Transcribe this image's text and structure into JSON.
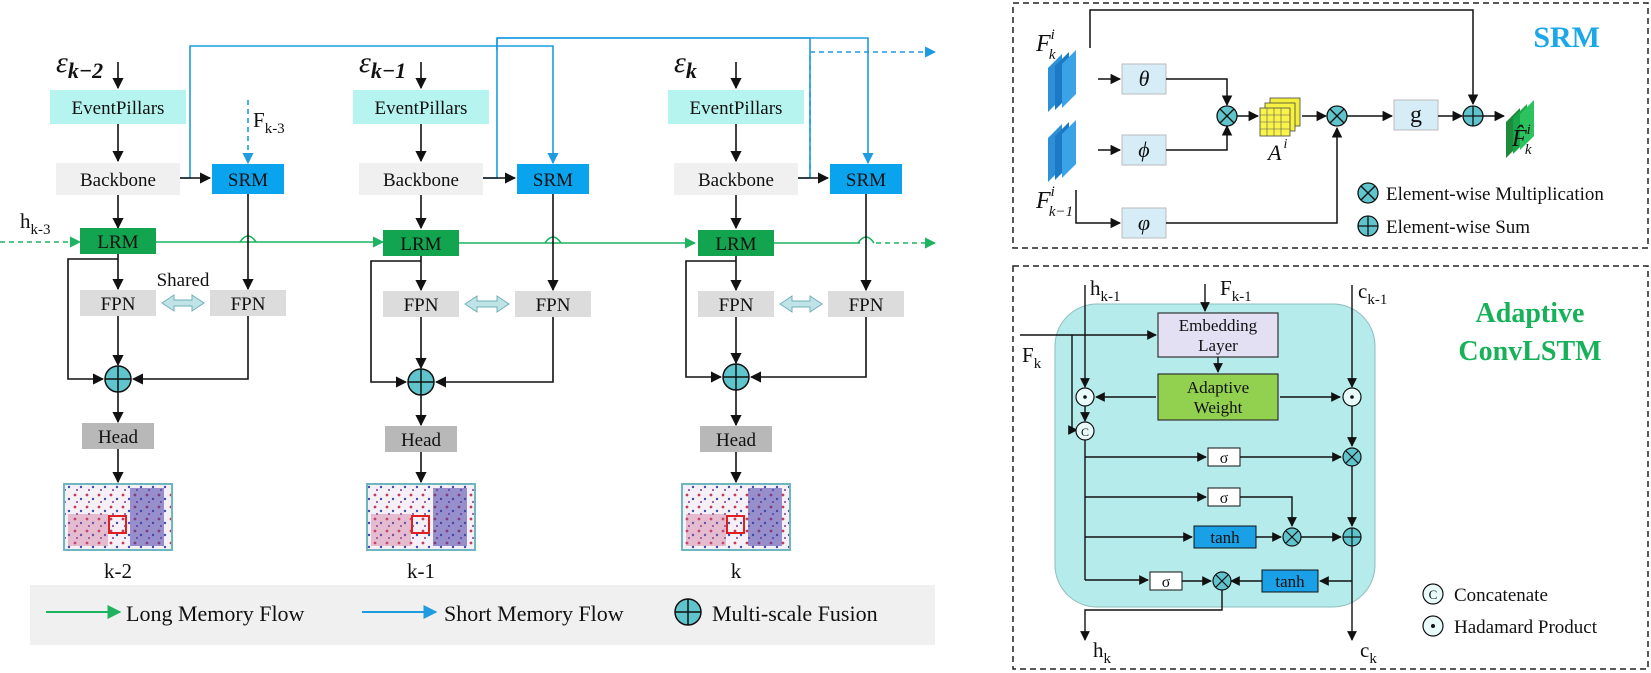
{
  "colors": {
    "long_flow": "#1db360",
    "short_flow": "#1f9be0",
    "eventpillars": "#b6f5ef",
    "backbone": "#f0f0f0",
    "srm": "#0aa3ee",
    "lrm": "#12a44e",
    "fpn": "#dcdcdc",
    "head": "#b8b8b8",
    "fusion": "#5fc4cc",
    "adaptive_bg": "#b5ebeb",
    "embedding": "#e4e0f4",
    "adaptive_weight": "#92d050",
    "tanh": "#1aa0e6",
    "srm_title": "#1ca8e8",
    "lstm_title": "#17b15a"
  },
  "pipeline": {
    "frames": [
      {
        "event_label": "ε",
        "event_sub": "k−2",
        "frame_label": "k-2"
      },
      {
        "event_label": "ε",
        "event_sub": "k−1",
        "frame_label": "k-1"
      },
      {
        "event_label": "ε",
        "event_sub": "k",
        "frame_label": "k"
      }
    ],
    "eventpillars_label": "EventPillars",
    "backbone_label": "Backbone",
    "srm_label": "SRM",
    "lrm_label": "LRM",
    "fpn_label": "FPN",
    "head_label": "Head",
    "shared_label": "Shared",
    "h_input": "h",
    "h_input_sub": "k-3",
    "f_input": "F",
    "f_input_sub": "k-3"
  },
  "legend": {
    "long_memory": "Long Memory Flow",
    "short_memory": "Short Memory Flow",
    "fusion": "Multi-scale Fusion"
  },
  "srm_panel": {
    "title": "SRM",
    "theta": "θ",
    "phi": "ϕ",
    "varphi": "φ",
    "g": "g",
    "a": "A",
    "a_sup": "i",
    "f_top": "F",
    "f_top_sub": "k",
    "f_top_sup": "i",
    "f_bottom": "F",
    "f_bottom_sub": "k−1",
    "f_bottom_sup": "i",
    "f_out": "F̂",
    "f_out_sub": "k",
    "f_out_sup": "i",
    "legend_mult": "Element-wise Multiplication",
    "legend_sum": "Element-wise Sum"
  },
  "lstm_panel": {
    "title_line1": "Adaptive",
    "title_line2": "ConvLSTM",
    "h_prev": "h",
    "h_prev_sub": "k-1",
    "f_prev": "F",
    "f_prev_sub": "k-1",
    "c_prev": "c",
    "c_prev_sub": "k-1",
    "f_k": "F",
    "f_k_sub": "k",
    "embedding_line1": "Embedding",
    "embedding_line2": "Layer",
    "adaptive_line1": "Adaptive",
    "adaptive_line2": "Weight",
    "sigma": "σ",
    "tanh": "tanh",
    "concat_glyph": "C",
    "h_out": "h",
    "h_out_sub": "k",
    "c_out": "c",
    "c_out_sub": "k",
    "legend_concat": "Concatenate",
    "legend_hadamard": "Hadamard Product"
  }
}
